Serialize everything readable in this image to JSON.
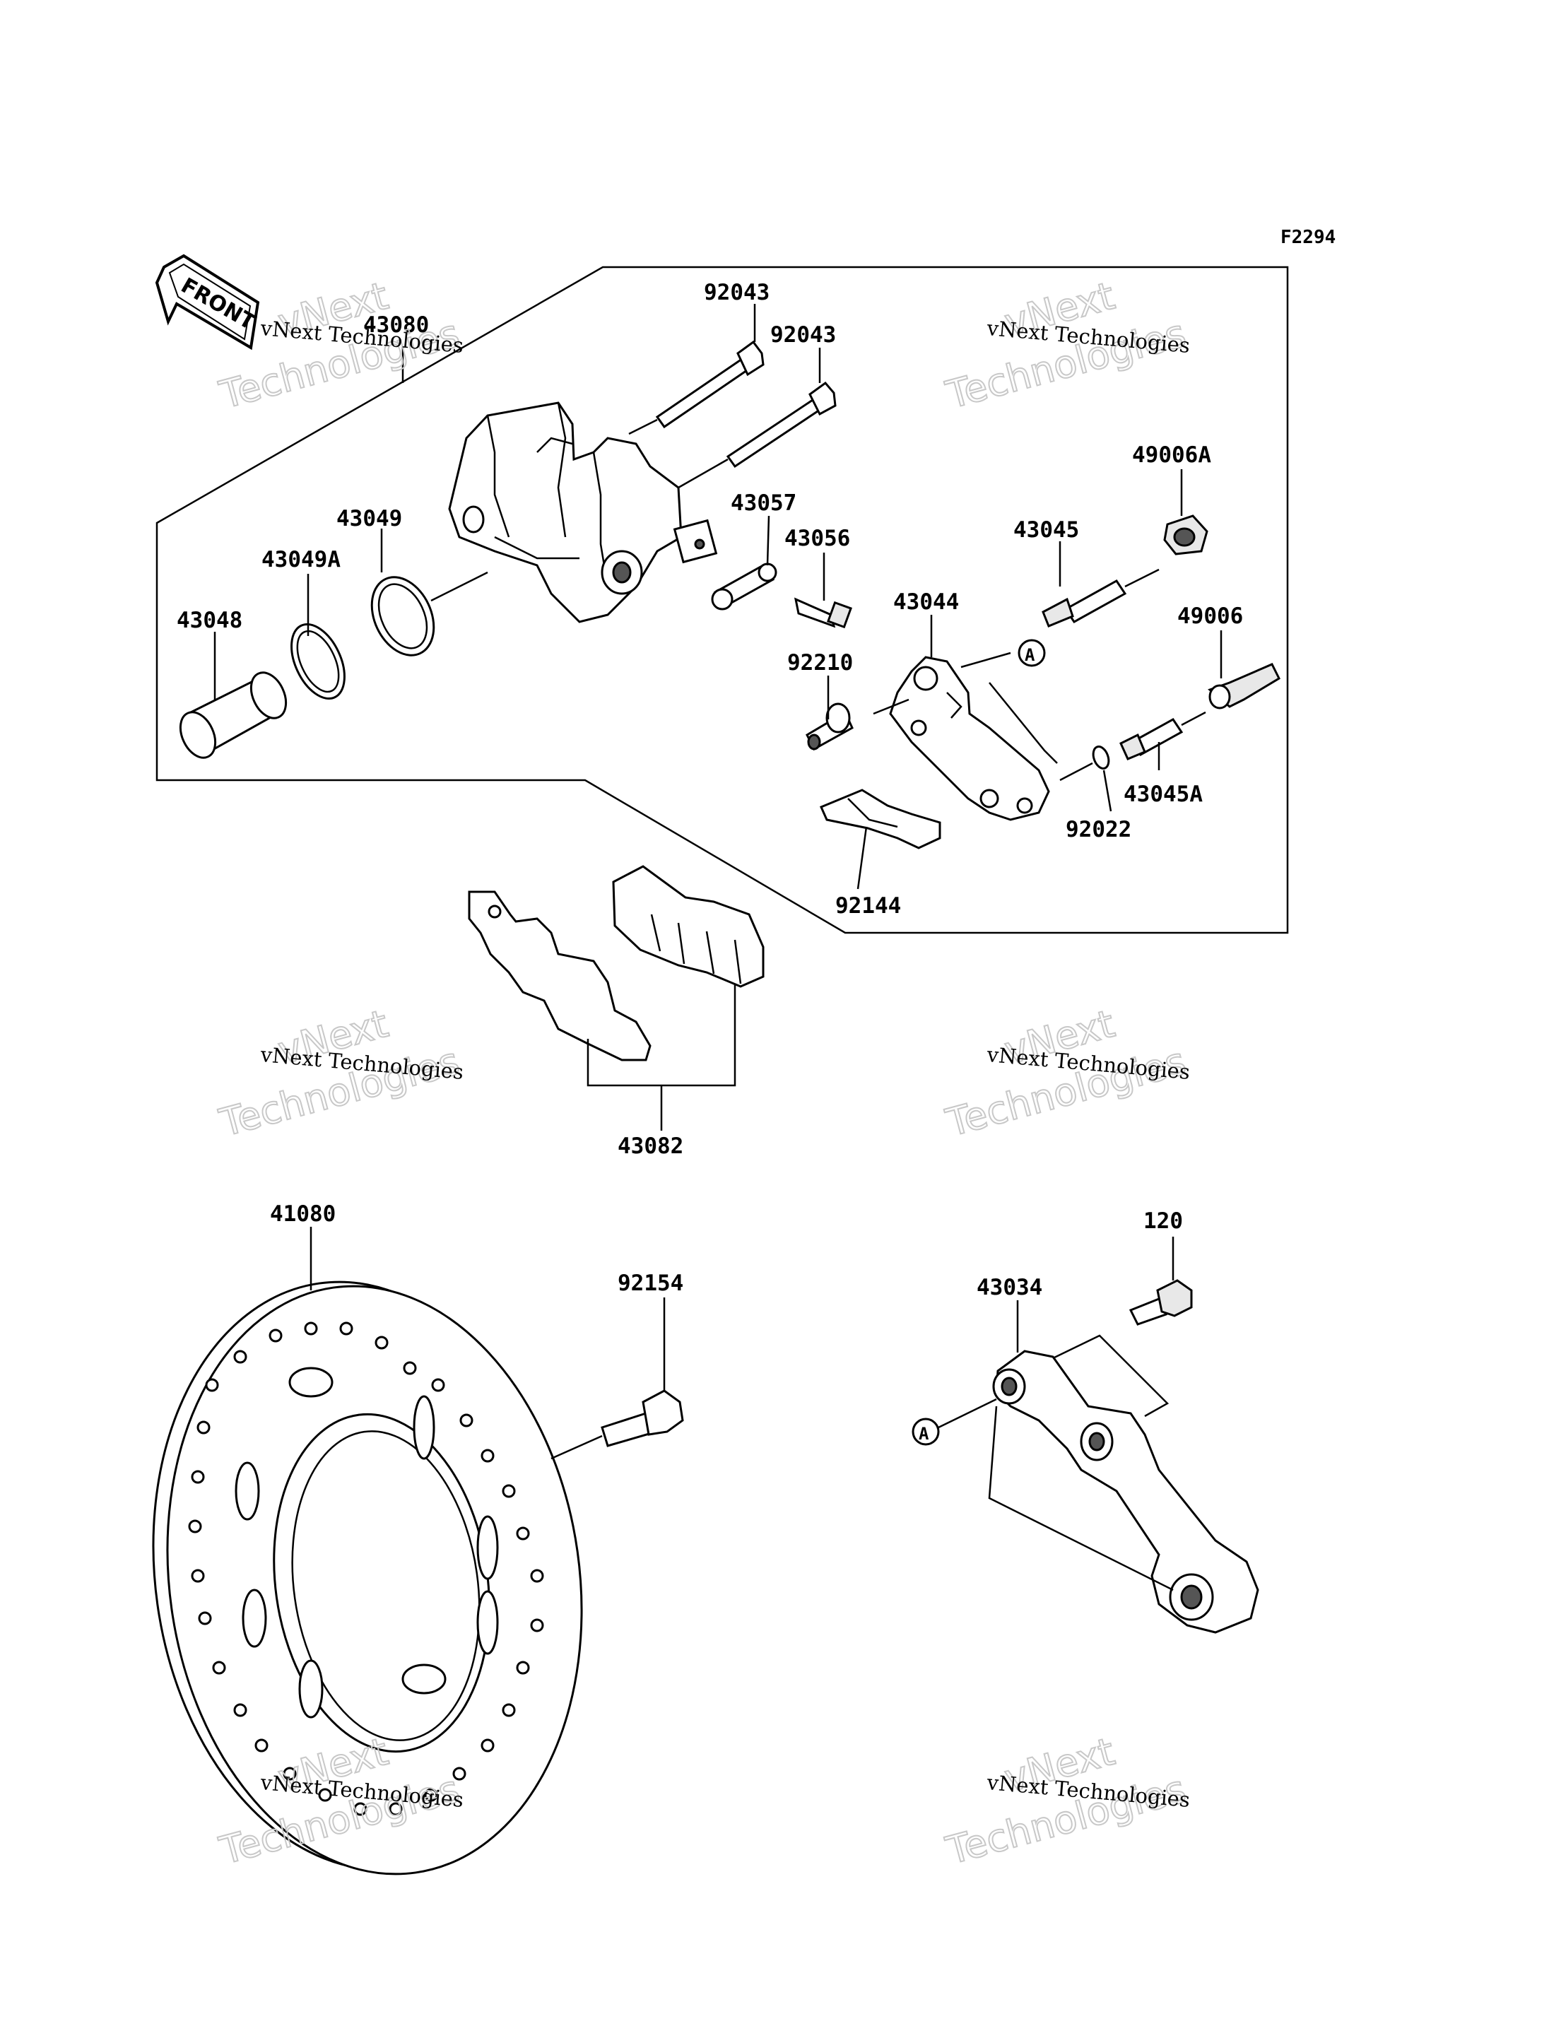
{
  "figure_code": "F2294",
  "front_label": "FRONT",
  "watermark": {
    "line1": "vNext Technologies",
    "line2": "Technologies",
    "line3": "vNext"
  },
  "ref_marker": "A",
  "parts": {
    "p92043a": "92043",
    "p92043b": "92043",
    "p43080": "43080",
    "p49006A": "49006A",
    "p43045": "43045",
    "p43057": "43057",
    "p43056": "43056",
    "p43049": "43049",
    "p43049A": "43049A",
    "p43044": "43044",
    "p49006": "49006",
    "p43048": "43048",
    "p92210": "92210",
    "p43045A": "43045A",
    "p92022": "92022",
    "p92144": "92144",
    "p43082": "43082",
    "p41080": "41080",
    "p120": "120",
    "p43034": "43034",
    "p92154": "92154"
  }
}
